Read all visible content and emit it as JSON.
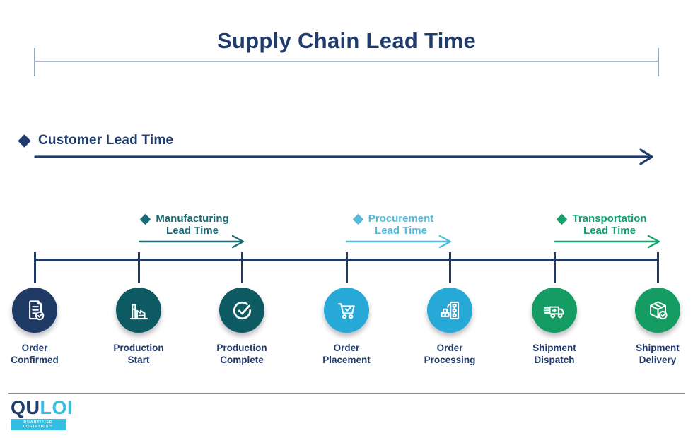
{
  "title": "Supply Chain Lead Time",
  "colors": {
    "navy": "#1F3C6D",
    "teal_dark": "#0E5A62",
    "teal_text": "#1A6B75",
    "cyan": "#27A9D8",
    "cyan_text": "#55BBDD",
    "green": "#149C63",
    "green_text": "#13A06B",
    "ruler_gray": "#AEBBCA",
    "divider_gray": "#8D9096"
  },
  "customer_lead_time": {
    "label": "Customer Lead Time",
    "color": "#1F3C6D"
  },
  "lead_times": [
    {
      "line1": "Manufacturing",
      "line2": "Lead Time",
      "color": "#1A6B75"
    },
    {
      "line1": "Procurement",
      "line2": "Lead Time",
      "color": "#55BBDD"
    },
    {
      "line1": "Transportation",
      "line2": "Lead Time",
      "color": "#13A06B"
    }
  ],
  "milestones": [
    {
      "line1": "Order",
      "line2": "Confirmed",
      "icon": "document-check-icon",
      "color": "#1F3A64"
    },
    {
      "line1": "Production",
      "line2": "Start",
      "icon": "factory-icon",
      "color": "#0E5A62"
    },
    {
      "line1": "Production",
      "line2": "Complete",
      "icon": "check-circle-icon",
      "color": "#0E5A62"
    },
    {
      "line1": "Order",
      "line2": "Placement",
      "icon": "cart-check-icon",
      "color": "#27A9D8"
    },
    {
      "line1": "Order",
      "line2": "Processing",
      "icon": "process-doc-icon",
      "color": "#27A9D8"
    },
    {
      "line1": "Shipment",
      "line2": "Dispatch",
      "icon": "truck-icon",
      "color": "#149C63"
    },
    {
      "line1": "Shipment",
      "line2": "Delivery",
      "icon": "box-check-icon",
      "color": "#149C63"
    }
  ],
  "footer": {
    "logo_part1": "QU",
    "logo_part2": "LOI",
    "tagline": "QUANTIFIED LOGISTICS™"
  }
}
